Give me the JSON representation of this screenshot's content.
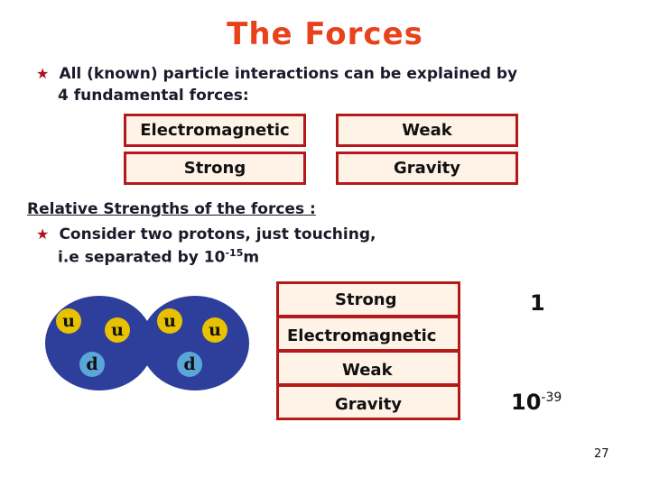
{
  "slide": {
    "title": "The Forces",
    "page_number": "27"
  },
  "intro": {
    "bullet_line1": "All (known) particle interactions can be explained by",
    "bullet_line2": "4 fundamental forces:"
  },
  "forces": {
    "electromagnetic": "Electromagnetic",
    "weak": "Weak",
    "strong": "Strong",
    "gravity": "Gravity"
  },
  "relative": {
    "heading": "Relative Strengths of the forces :",
    "bullet_line1": "Consider two protons, just touching,",
    "bullet_line2_prefix": "i.e separated by ",
    "sep_base": "10",
    "sep_exp": "-15",
    "sep_unit": "m"
  },
  "protons": [
    {
      "quarks": [
        "u",
        "u",
        "d"
      ]
    },
    {
      "quarks": [
        "u",
        "u",
        "d"
      ]
    }
  ],
  "strength_table": {
    "strong_label": "Strong",
    "em_label": "Electromagnetic",
    "weak_label": "Weak",
    "gravity_label": "Gravity",
    "strong_value": "1",
    "gravity_base": "10",
    "gravity_exp": "-39"
  },
  "colors": {
    "title": "#e8421c",
    "box_border": "#b51a1a",
    "box_fill": "#fff2e6",
    "proton": "#2d3f9b",
    "quark": "#e8c200"
  },
  "icons": {
    "bullet": "star-icon"
  }
}
